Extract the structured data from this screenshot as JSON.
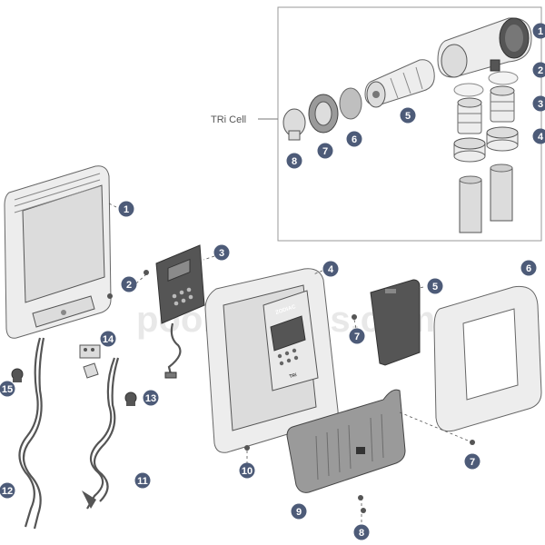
{
  "inset": {
    "label": "TRi Cell"
  },
  "watermark": "poolexpress.com.au",
  "controller_brand": "ZODIAC",
  "controller_model": "TRi",
  "callouts": {
    "inset": [
      "1",
      "2",
      "3",
      "4",
      "5",
      "6",
      "7",
      "8"
    ],
    "main": [
      "1",
      "2",
      "3",
      "4",
      "5",
      "6",
      "7",
      "7",
      "8",
      "9",
      "10",
      "11",
      "12",
      "13",
      "14",
      "15"
    ]
  }
}
